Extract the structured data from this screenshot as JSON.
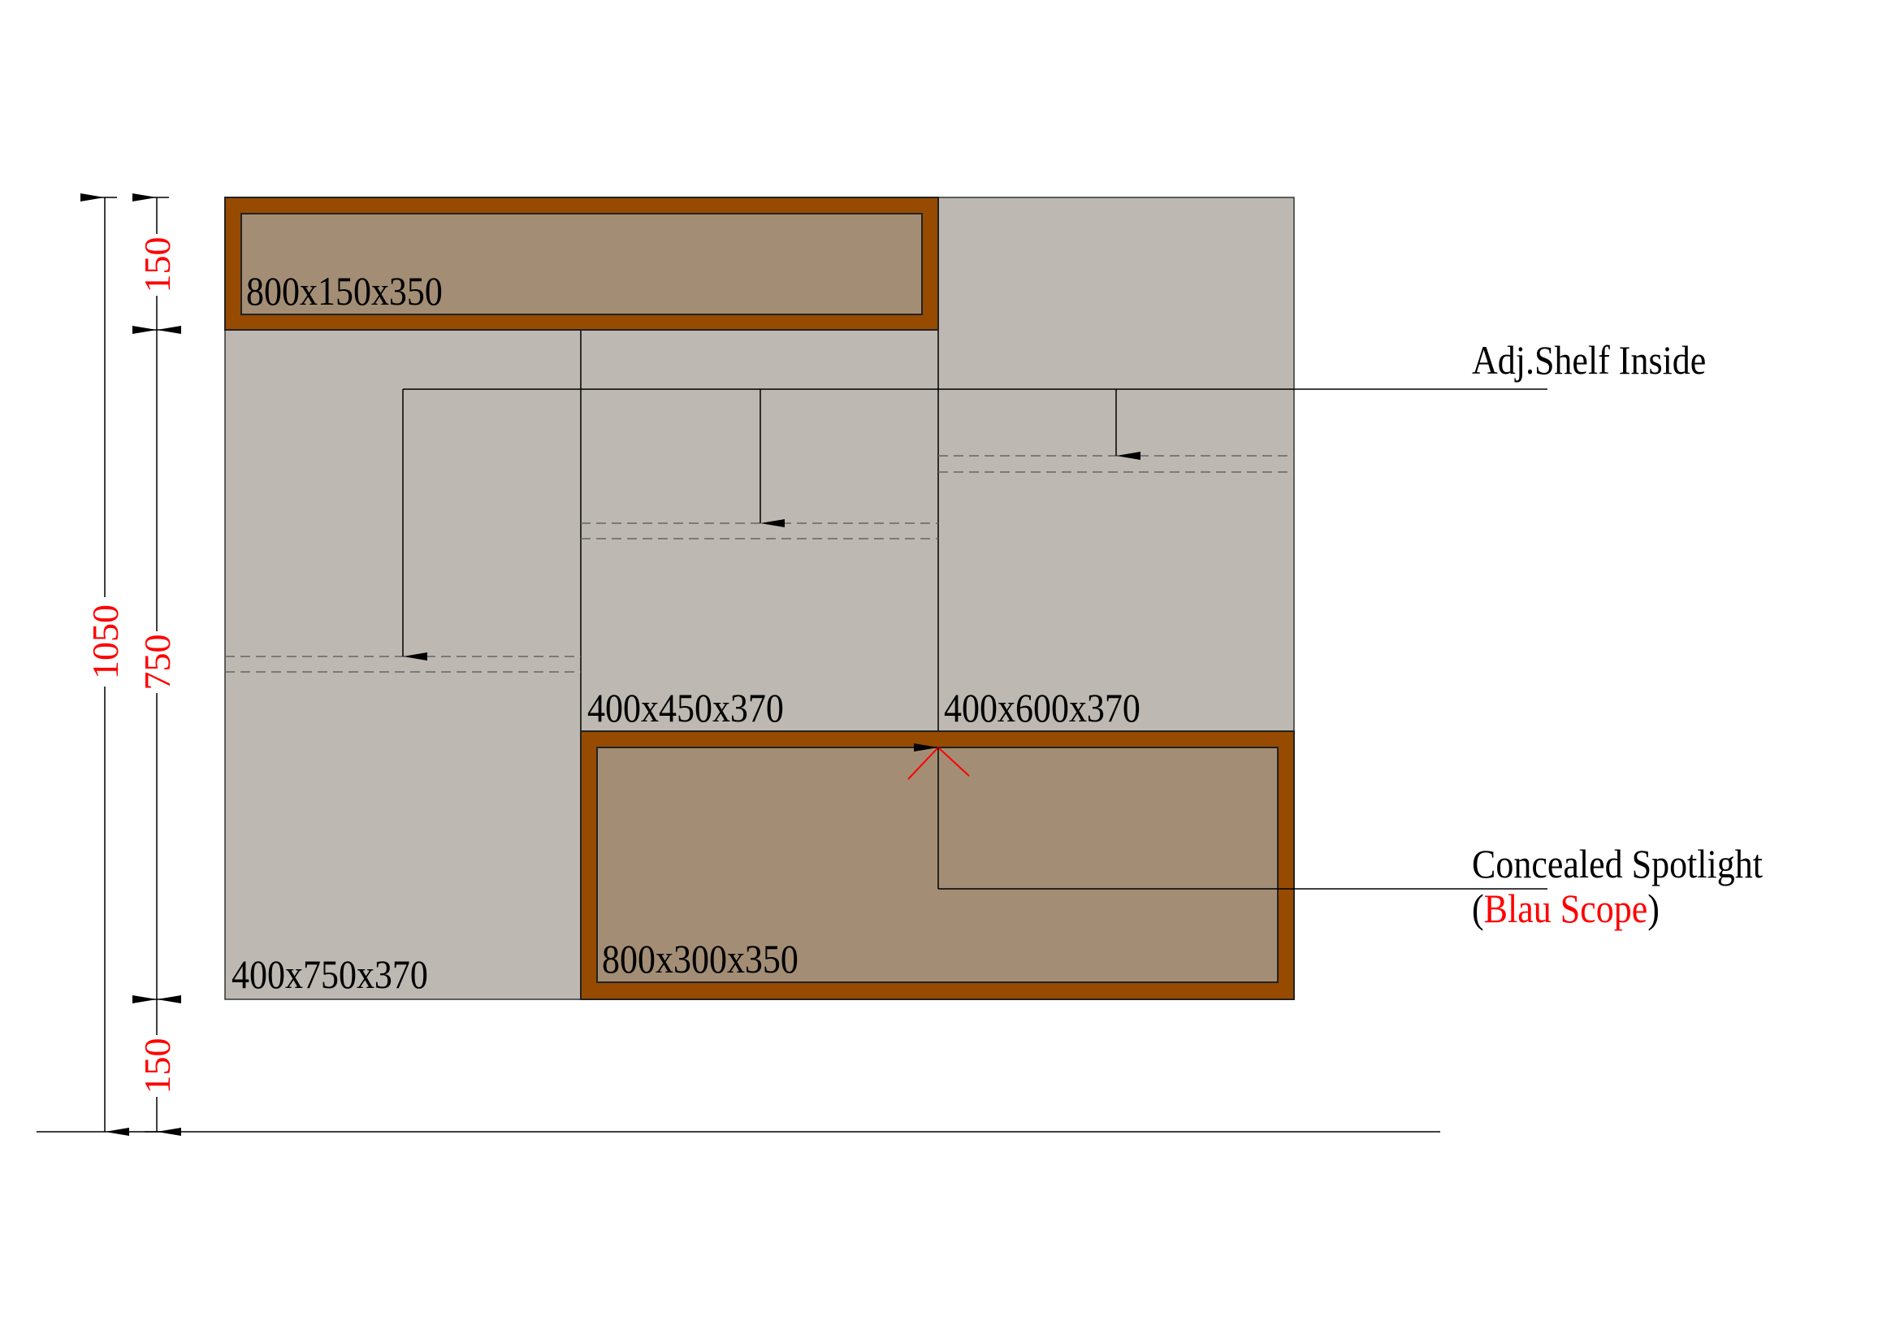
{
  "colors": {
    "frame": "#964B00",
    "panel": "#A38E75",
    "body": "#BDB8B1",
    "dimension": "#FF0000"
  },
  "dimensions": {
    "total": "1050",
    "top": "150",
    "middle": "750",
    "bottom": "150"
  },
  "compartments": {
    "top_box": "800x150x350",
    "left": "400x750x370",
    "middle": "400x450x370",
    "right": "400x600x370",
    "bottom_box": "800x300x350"
  },
  "annotations": {
    "shelf": "Adj.Shelf Inside",
    "spotlight_line1": "Concealed Spotlight",
    "spotlight_open": "(",
    "spotlight_brand": "Blau Scope",
    "spotlight_close": ")"
  }
}
